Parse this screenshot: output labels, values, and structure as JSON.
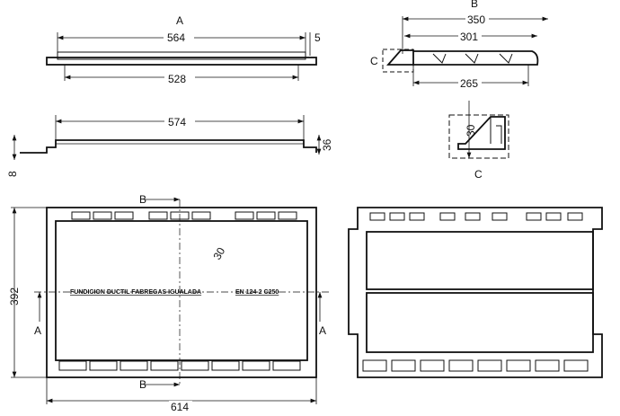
{
  "drawing": {
    "top_left_view": {
      "section_label": "A",
      "dim_overall": "564",
      "dim_gap": "5",
      "dim_inner": "528"
    },
    "middle_view": {
      "dim_length": "574",
      "dim_height": "36",
      "dim_flange": "8"
    },
    "top_right_view": {
      "section_label": "B",
      "dim_overall": "350",
      "dim_mid": "301",
      "dim_inner": "265",
      "detail_label": "C"
    },
    "detail_c": {
      "dim": "30",
      "label": "C"
    },
    "plan_view": {
      "section_b_top": "B",
      "section_b_bottom": "B",
      "section_a_left": "A",
      "section_a_right": "A",
      "dim_height": "392",
      "dim_width": "614",
      "dim_angle": "30",
      "stamp_text": "FUNDICION DUCTIL FABREGAS IGUALADA",
      "stamp_standard": "EN 124-2 C250"
    }
  }
}
